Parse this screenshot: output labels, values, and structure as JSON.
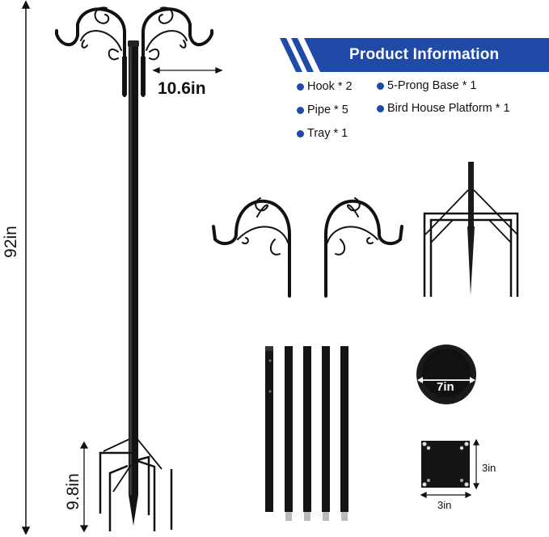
{
  "banner": {
    "title": "Product Information",
    "color": "#1f4aa8"
  },
  "package_contents": [
    {
      "label": "Hook * 2"
    },
    {
      "label": "Pipe * 5"
    },
    {
      "label": "Tray * 1"
    },
    {
      "label": "5-Prong Base * 1"
    },
    {
      "label": "Bird House Platform * 1"
    }
  ],
  "dimensions": {
    "total_height": "92in",
    "hook_width": "10.6in",
    "base_height": "9.8in",
    "tray_diameter": "7in",
    "platform_height": "3in",
    "platform_width": "3in"
  },
  "colors": {
    "accent": "#1f4aa8",
    "product": "#111111",
    "text": "#111111"
  }
}
